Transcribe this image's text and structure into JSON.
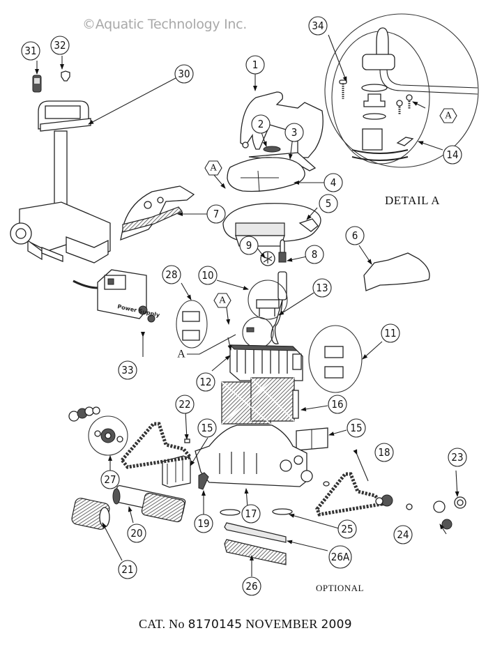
{
  "header": {
    "copyright": "©Aquatic Technology Inc."
  },
  "detail": {
    "title": "DETAIL A",
    "ref_label": "A"
  },
  "footer": {
    "optional_label": "OPTIONAL",
    "catalog_prefix": "CAT. No",
    "catalog_number": "8170145",
    "catalog_month": "NOVEMBER",
    "catalog_year": "2009"
  },
  "power_supply_label": "Power Supply",
  "callouts": [
    {
      "id": "1"
    },
    {
      "id": "2"
    },
    {
      "id": "3"
    },
    {
      "id": "4"
    },
    {
      "id": "5"
    },
    {
      "id": "6"
    },
    {
      "id": "7"
    },
    {
      "id": "8"
    },
    {
      "id": "9"
    },
    {
      "id": "10"
    },
    {
      "id": "11"
    },
    {
      "id": "12"
    },
    {
      "id": "13"
    },
    {
      "id": "14"
    },
    {
      "id": "15"
    },
    {
      "id": "15"
    },
    {
      "id": "16"
    },
    {
      "id": "17"
    },
    {
      "id": "18"
    },
    {
      "id": "19"
    },
    {
      "id": "20"
    },
    {
      "id": "21"
    },
    {
      "id": "22"
    },
    {
      "id": "23"
    },
    {
      "id": "24"
    },
    {
      "id": "25"
    },
    {
      "id": "26"
    },
    {
      "id": "26A"
    },
    {
      "id": "27"
    },
    {
      "id": "28"
    },
    {
      "id": "30"
    },
    {
      "id": "31"
    },
    {
      "id": "32"
    },
    {
      "id": "33"
    },
    {
      "id": "34"
    }
  ],
  "detail_refs": [
    "A",
    "A",
    "A",
    "A"
  ]
}
